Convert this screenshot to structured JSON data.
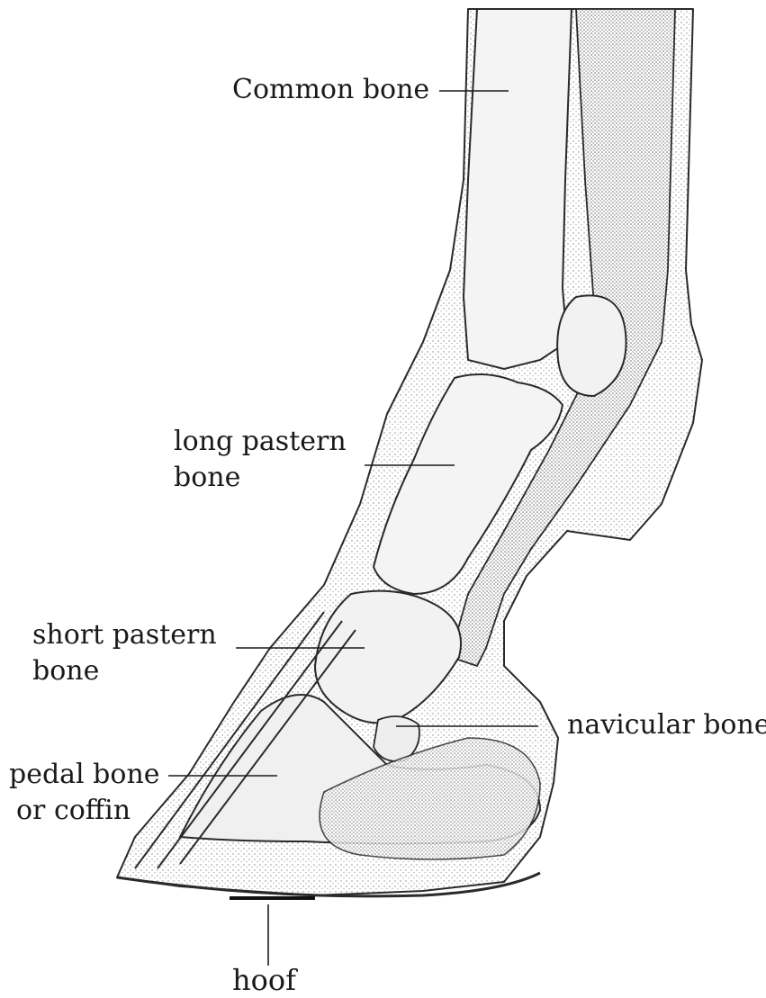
{
  "labels": {
    "common_bone": "Common bone",
    "long_pastern_line1": "long pastern",
    "long_pastern_line2": "bone",
    "short_pastern_line1": "short pastern",
    "short_pastern_line2": "bone",
    "navicular": "navicular bone",
    "pedal_line1": "pedal bone",
    "pedal_line2": "or coffin",
    "hoof": "hoof"
  },
  "colors": {
    "ink": "#2a2a2a",
    "stipple": "#8a8a8a",
    "background": "#ffffff"
  }
}
